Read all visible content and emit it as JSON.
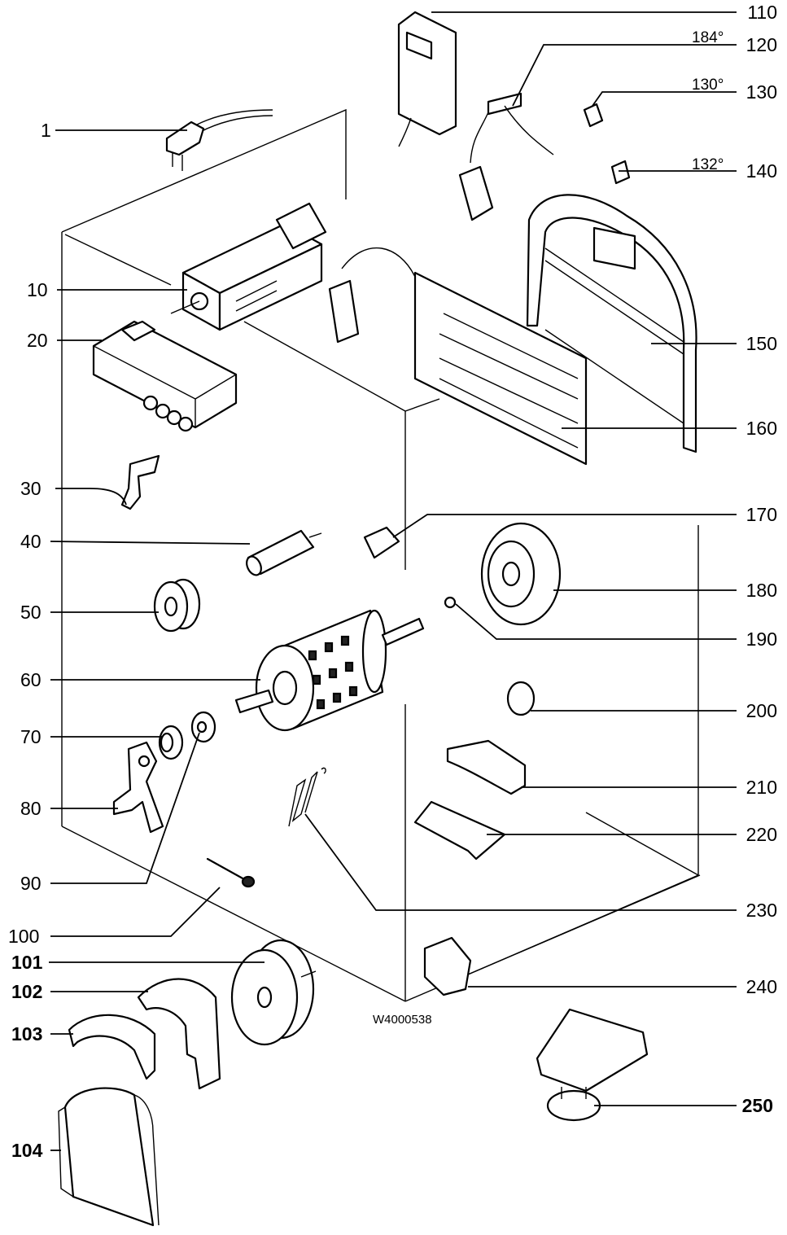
{
  "diagram": {
    "drawing_code": "W4000538",
    "callouts": [
      {
        "id": "c1",
        "label": "1"
      },
      {
        "id": "c10",
        "label": "10"
      },
      {
        "id": "c20",
        "label": "20"
      },
      {
        "id": "c30",
        "label": "30"
      },
      {
        "id": "c40",
        "label": "40"
      },
      {
        "id": "c50",
        "label": "50"
      },
      {
        "id": "c60",
        "label": "60"
      },
      {
        "id": "c70",
        "label": "70"
      },
      {
        "id": "c80",
        "label": "80"
      },
      {
        "id": "c90",
        "label": "90"
      },
      {
        "id": "c100",
        "label": "100"
      },
      {
        "id": "c101",
        "label": "101"
      },
      {
        "id": "c102",
        "label": "102"
      },
      {
        "id": "c103",
        "label": "103"
      },
      {
        "id": "c104",
        "label": "104"
      },
      {
        "id": "c110",
        "label": "110"
      },
      {
        "id": "c120",
        "label": "120"
      },
      {
        "id": "c130",
        "label": "130"
      },
      {
        "id": "c140",
        "label": "140"
      },
      {
        "id": "c150",
        "label": "150"
      },
      {
        "id": "c160",
        "label": "160"
      },
      {
        "id": "c170",
        "label": "170"
      },
      {
        "id": "c180",
        "label": "180"
      },
      {
        "id": "c190",
        "label": "190"
      },
      {
        "id": "c200",
        "label": "200"
      },
      {
        "id": "c210",
        "label": "210"
      },
      {
        "id": "c220",
        "label": "220"
      },
      {
        "id": "c230",
        "label": "230"
      },
      {
        "id": "c240",
        "label": "240"
      },
      {
        "id": "c250",
        "label": "250"
      }
    ],
    "temperatures": [
      {
        "id": "t120",
        "label": "184°"
      },
      {
        "id": "t130",
        "label": "130°"
      },
      {
        "id": "t140",
        "label": "132°"
      }
    ]
  }
}
